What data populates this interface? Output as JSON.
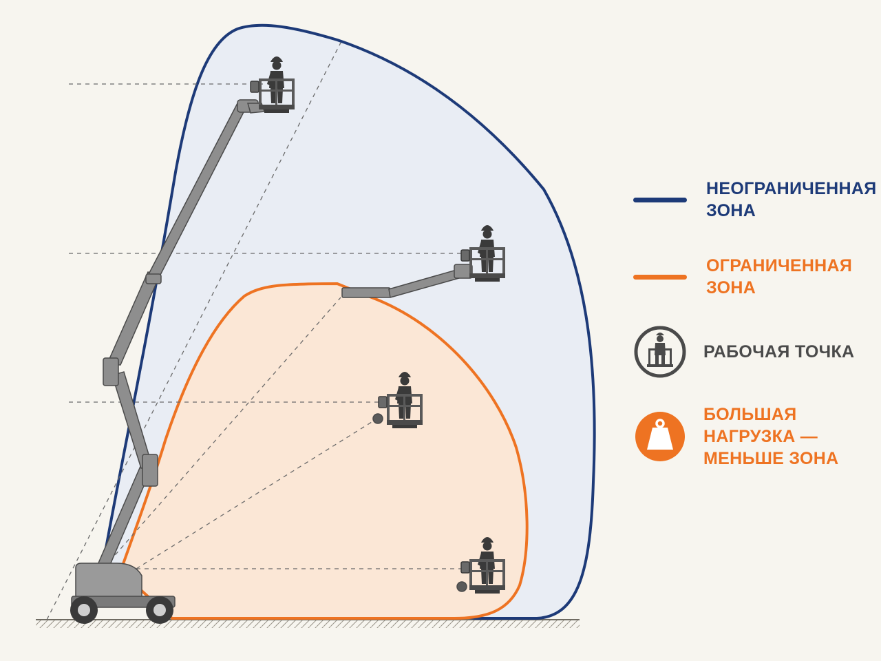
{
  "legend": {
    "unrestricted": {
      "label": "НЕОГРАНИЧЕННАЯ\nЗОНА",
      "color": "#1d3a78"
    },
    "restricted": {
      "label": "ОГРАНИЧЕННАЯ\nЗОНА",
      "color": "#ee7322"
    },
    "working_point": {
      "label": "РАБОЧАЯ ТОЧКА",
      "color": "#4a4a4a",
      "icon": "worker-basket-icon"
    },
    "heavy_load": {
      "label": "БОЛЬШАЯ НАГРУЗКА —\nМЕНЬШЕ ЗОНА",
      "color": "#ee7322",
      "icon": "weight-icon"
    }
  },
  "colors": {
    "background": "#f7f5ef",
    "unrestricted_fill": "#e9edf4",
    "restricted_fill": "#fbe7d6",
    "machine_gray": "#8e8e8e",
    "dark": "#2f2f2f"
  }
}
